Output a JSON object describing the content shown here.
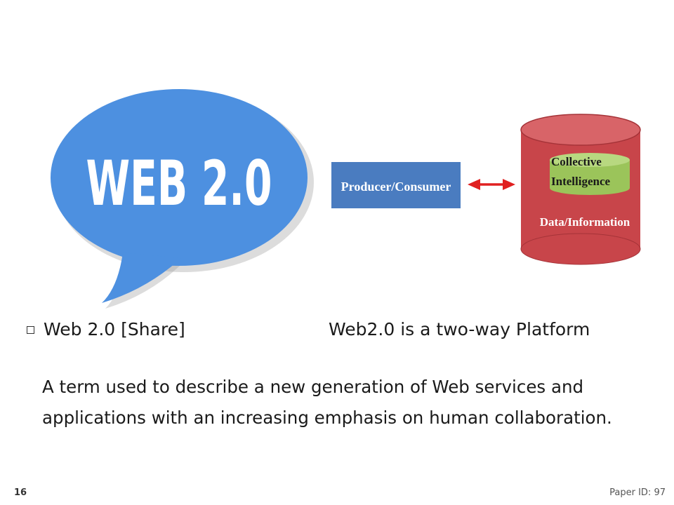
{
  "slide": {
    "bubble_text": "WEB 2.0",
    "producer_label": "Producer/Consumer",
    "db_label_line1": "Collective",
    "db_label_line2": "Intelligence",
    "db_label_bottom": "Data/Information",
    "bullet_label": "Web 2.0 [Share]",
    "bullet_right": "Web2.0 is a two-way Platform",
    "description": "A term used to describe a new generation of Web services and applications with an increasing emphasis on human collaboration.",
    "page_number": "16",
    "paper_id": "Paper ID: 97"
  },
  "colors": {
    "bubble_blue": "#4d90e0",
    "producer_blue": "#4a7cc0",
    "arrow_red": "#e02020",
    "db_red": "#c8454a",
    "db_green": "#9bc45a"
  }
}
